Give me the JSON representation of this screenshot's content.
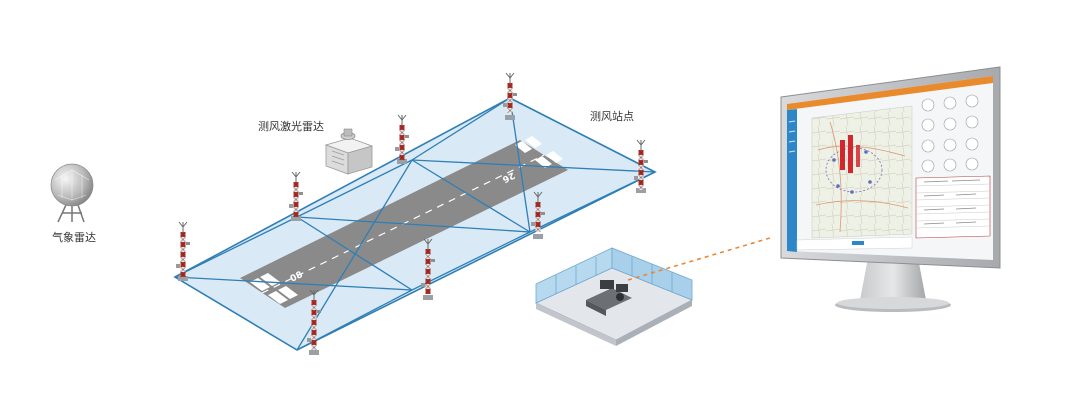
{
  "labels": {
    "weather_radar": "气象雷达",
    "wind_lidar": "测风激光雷达",
    "wind_station": "测风站点"
  },
  "runway_markings": {
    "designator_near": "08",
    "designator_far": "26"
  },
  "colors": {
    "zone_fill": "#b9d8ee",
    "zone_edge": "#2f7fb6",
    "runway": "#8a8a8a",
    "mast_red": "#b7322b",
    "link_dash": "#e8883a",
    "app_header": "#e98a2c",
    "app_sidebar": "#2d86c8"
  },
  "icons": [
    "radome-icon",
    "lidar-icon",
    "mast-icon",
    "control-room-icon",
    "monitor-icon"
  ]
}
